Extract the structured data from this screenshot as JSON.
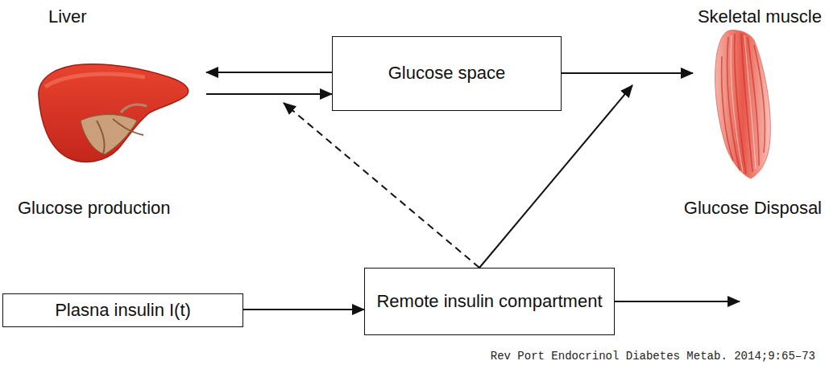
{
  "diagram": {
    "nodes": [
      {
        "text": [
          "Liver",
          "Glucose production"
        ]
      },
      {
        "text": [
          "Glucose space"
        ]
      },
      {
        "text": [
          "Skeletal muscle",
          "Glucose Disposal"
        ]
      },
      {
        "text": [
          "Plasna insulin I(t)"
        ]
      },
      {
        "text": [
          "Remote insulin compartment"
        ]
      }
    ],
    "edges": [
      {
        "from": 1,
        "to": 0,
        "arrow": "to"
      },
      {
        "from": 0,
        "to": 1,
        "arrow": "to"
      },
      {
        "from": 1,
        "to": 2,
        "arrow": "to"
      },
      {
        "from": 3,
        "to": 4,
        "arrow": "to"
      }
    ],
    "labels": [
      "Rev Port Endocrinol Diabetes Metab. 2014;9:65–73"
    ]
  }
}
